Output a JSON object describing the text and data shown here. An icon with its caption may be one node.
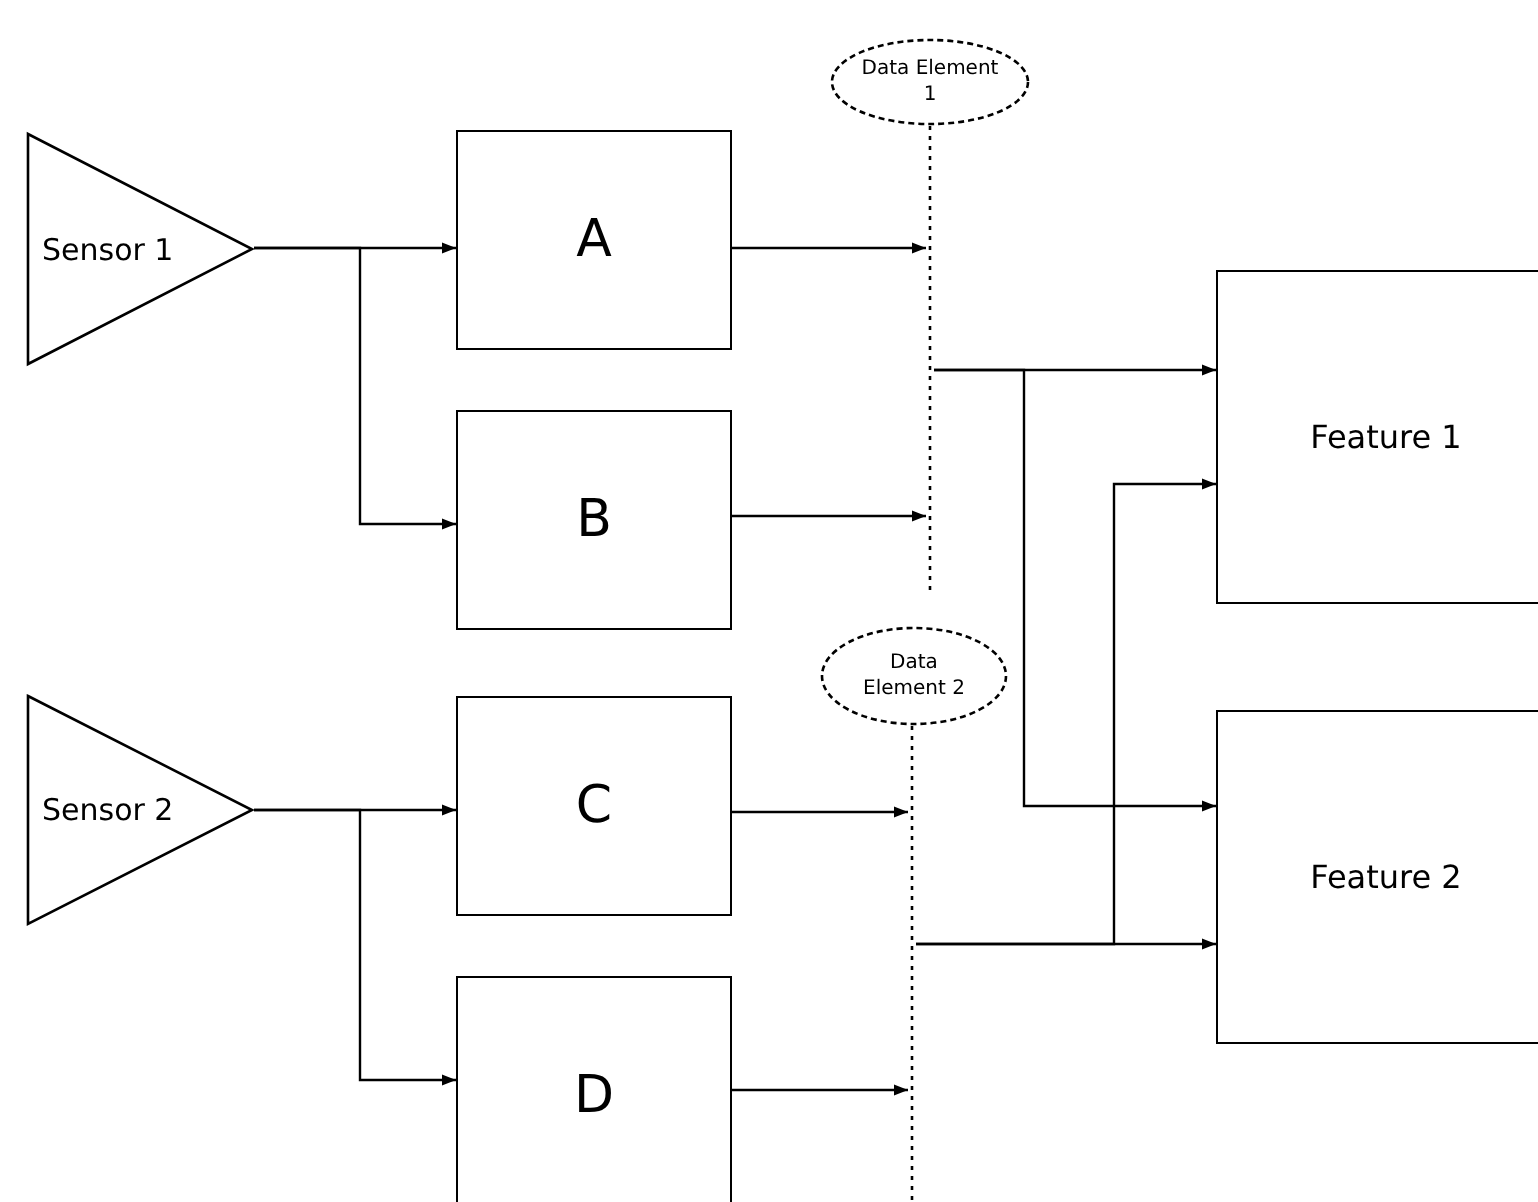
{
  "diagram": {
    "nodes": [
      {
        "text": [
          "Sensor 1"
        ]
      },
      {
        "text": [
          "A"
        ]
      },
      {
        "text": [
          "B"
        ]
      },
      {
        "text": [
          "Data Element 1"
        ]
      },
      {
        "text": [],
        "shape": "bar"
      },
      {
        "text": [
          "Feature 1"
        ]
      },
      {
        "text": [
          "Sensor 2"
        ]
      },
      {
        "text": [
          "C"
        ]
      },
      {
        "text": [
          "D"
        ]
      },
      {
        "text": [
          "Data Element 2"
        ]
      },
      {
        "text": [],
        "shape": "bar"
      },
      {
        "text": [
          "Feature 2"
        ]
      }
    ],
    "edges": [
      {
        "from": 0,
        "to": 1,
        "arrow": "to"
      },
      {
        "from": 0,
        "to": 2,
        "arrow": "to"
      },
      {
        "from": 1,
        "to": 4,
        "arrow": "to"
      },
      {
        "from": 2,
        "to": 4,
        "arrow": "to"
      },
      {
        "from": 4,
        "to": 5,
        "arrow": "to"
      },
      {
        "from": 4,
        "to": 11,
        "arrow": "to"
      },
      {
        "from": 6,
        "to": 7,
        "arrow": "to"
      },
      {
        "from": 6,
        "to": 8,
        "arrow": "to"
      },
      {
        "from": 7,
        "to": 10,
        "arrow": "to"
      },
      {
        "from": 8,
        "to": 10,
        "arrow": "to"
      },
      {
        "from": 10,
        "to": 11,
        "arrow": "to"
      },
      {
        "from": 10,
        "to": 5,
        "arrow": "to"
      }
    ]
  }
}
